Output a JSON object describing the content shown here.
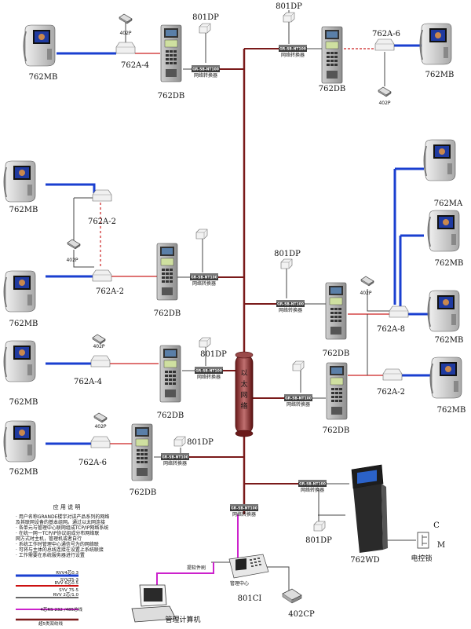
{
  "labels": {
    "m762MB": "762MB",
    "m762MA": "762MA",
    "db": "762DB",
    "wd": "762WD",
    "ci": "801CI",
    "dp": "801DP",
    "p402": "402P",
    "cp402": "402CP",
    "a4": "762A-4",
    "a6": "762A-6",
    "a2": "762A-2",
    "a8": "762A-8",
    "switch": "GR-SB-NT100",
    "switch_cn": "网络转换器",
    "ethernet": [
      "以",
      "太",
      "网",
      "络"
    ],
    "pc": "管理计算机",
    "lock": "电控锁",
    "lock_c": "C",
    "lock_m": "M",
    "software": "提软件刷",
    "center": "管理中心"
  },
  "notes": {
    "title": "应 用 说 明",
    "lines": [
      "· 用户名称GRANDE楼宇对讲产品系列的网络",
      "  及其联网设备的基本组网。通过以太网连接",
      "· 各单元与管理中心联网组成TCP/IP网络系统",
      "· 在统一网一TCP/IP协议组成分布网络联",
      "  网方式时主机，管理机或者自行",
      "· 系统工作时管理中心通信号为的网络联",
      "· 可将与主体的总线连接在设置上系统联接",
      "· 工作需要在系统服务器进行设置"
    ]
  },
  "legend": [
    {
      "text": "RVV4芯0.3",
      "text2": "SYV75-3",
      "color": "#1a3fd0"
    },
    {
      "text": "RVV 6芯0.5",
      "text2": "SYV 75-5",
      "color": "#cc1111"
    },
    {
      "text": "RVV 2芯/1.0",
      "text2": "",
      "color": "#333333"
    },
    {
      "text": "4芯RS 232 /485总线",
      "text2": "",
      "color": "#cc22cc"
    },
    {
      "text": "超5类双绞线",
      "text2": "",
      "color": "#7a1a1a"
    }
  ],
  "colors": {
    "blue": "#1a3fd0",
    "red": "#cc2222",
    "backbone": "#7a1a1a",
    "magenta": "#cc22cc",
    "gray": "#444444"
  }
}
